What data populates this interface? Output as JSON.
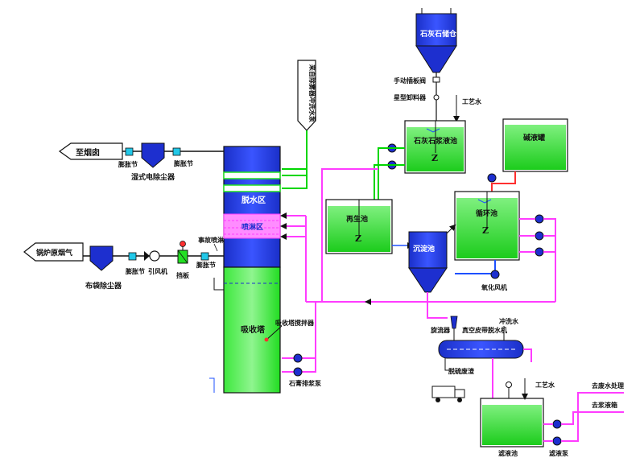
{
  "labels": {
    "to_chimney": "至烟囱",
    "boiler_flue_gas": "锅炉原烟气",
    "wet_esp": "湿式电除尘器",
    "bag_filter": "布袋除尘器",
    "expansion_joint": "膨胀节",
    "induced_fan": "引风机",
    "damper": "挡板",
    "emergency_spray": "事故喷淋",
    "demister_zone": "脱水区",
    "spray_zone": "喷淋区",
    "absorber_tower": "吸收塔",
    "tower_agitator": "吸收塔搅拌器",
    "slurry_discharge_pump": "石膏排浆泵",
    "demister_flush_water": "来自除雾器冲洗水泵",
    "lime_silo": "石灰石储仓",
    "manual_gate_valve": "手动插板阀",
    "star_feeder": "星型卸料器",
    "process_water_1": "工艺水",
    "lime_slurry_tank": "石灰石浆液池",
    "alkali_tank": "碱液罐",
    "regeneration_tank": "再生池",
    "circulation_tank": "循环池",
    "settling_tank": "沉淀池",
    "oxidation_fan": "氧化风机",
    "cyclone": "旋流器",
    "vacuum_belt_filter": "真空皮带脱水机",
    "flush_water": "冲洗水",
    "desulfurization_gypsum": "脱硫废渣",
    "process_water_2": "工艺水",
    "wastewater_treatment": "去废水处理",
    "to_gypsum_tank": "去浆液箱",
    "filtrate_tank": "滤液池",
    "filtrate_pump": "滤液泵",
    "tank_mark": "Z"
  },
  "colors": {
    "pipe_green": "#00d600",
    "pipe_magenta": "#ff3cff",
    "pipe_blue": "#1e50ff",
    "pipe_red": "#ff3030",
    "equipment_navy": "#1d2fcf",
    "tank_green": "#22e022",
    "cyan_joint": "#22c8e8"
  }
}
